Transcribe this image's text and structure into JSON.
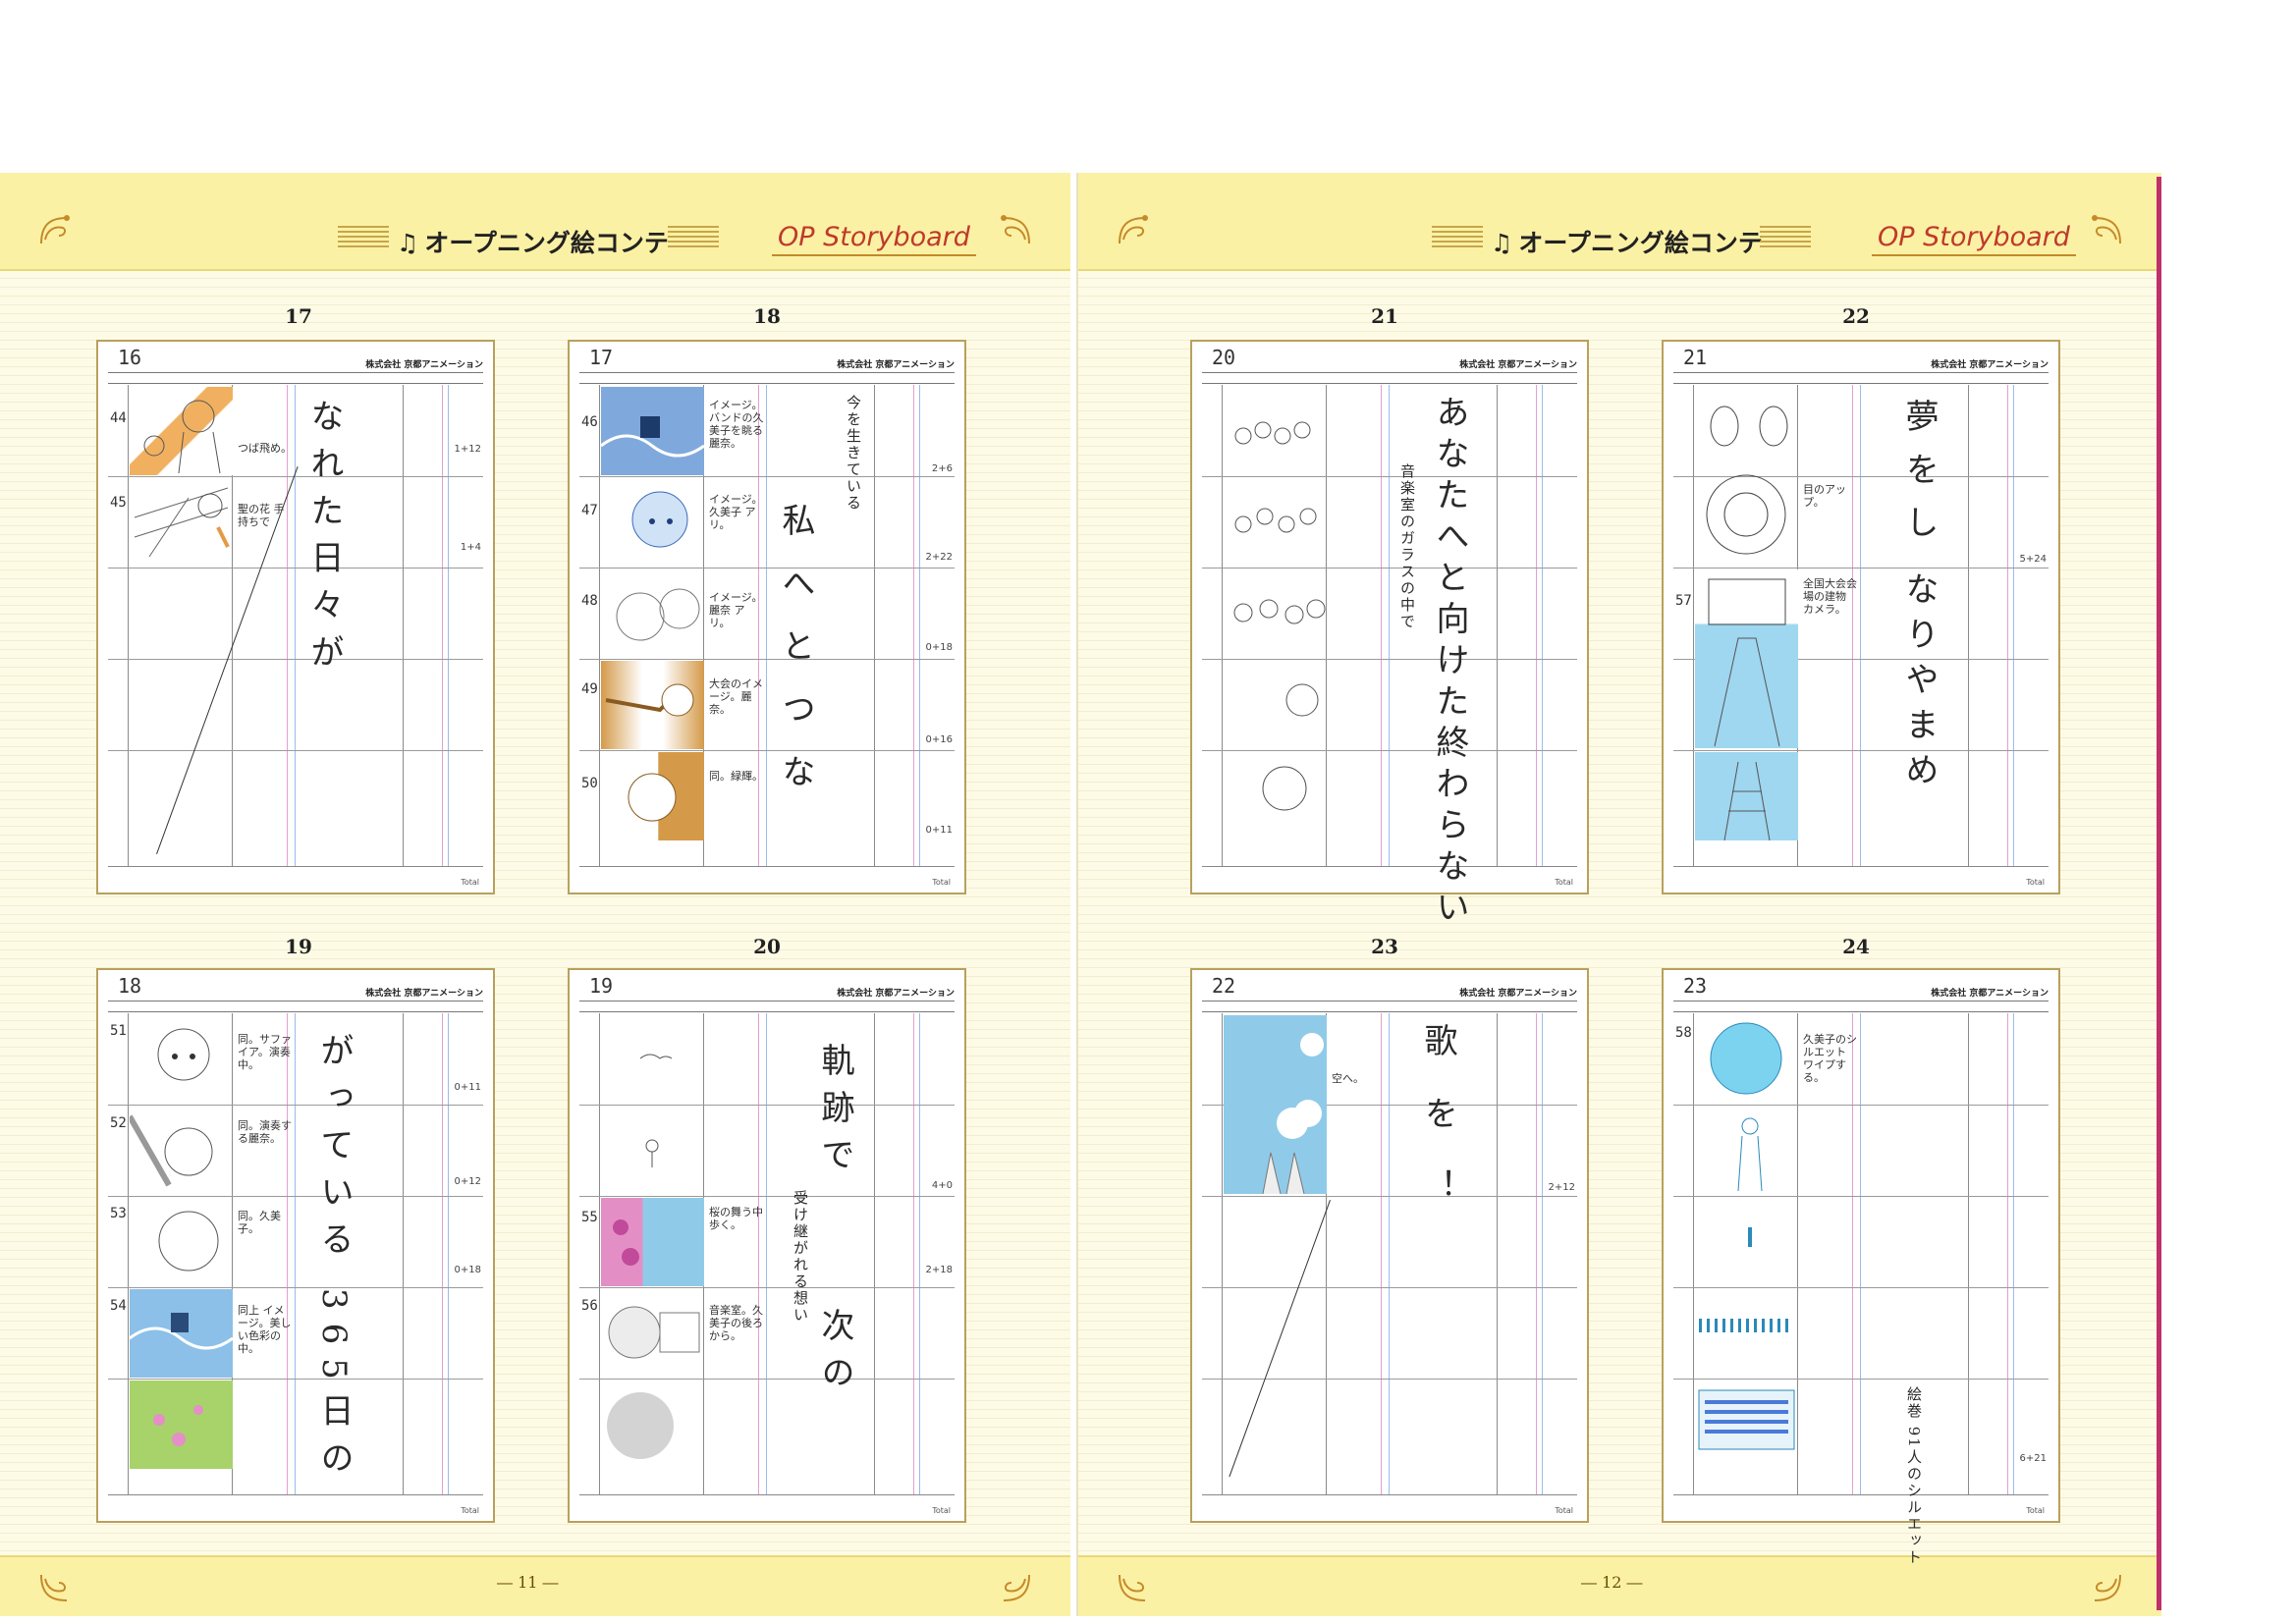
{
  "header": {
    "title_jp": "オープニング絵コンテ",
    "title_en": "OP Storyboard",
    "note_icon": "♫"
  },
  "company": "株式会社 京都アニメーション",
  "total_label": "Total",
  "page_numbers": {
    "left": "― 11 ―",
    "right": "― 12 ―"
  },
  "sheets": [
    {
      "panel": "17",
      "sheet_no": "16",
      "cuts": [
        {
          "no": "44",
          "action": "つば飛め。",
          "time": "1+12"
        },
        {
          "no": "45",
          "action": "聖の花 手持ちで",
          "time": "1+4"
        }
      ],
      "dialog": [
        "なれた日々が"
      ]
    },
    {
      "panel": "18",
      "sheet_no": "17",
      "cuts": [
        {
          "no": "46",
          "action": "イメージ。バンドの久美子を眺る麗奈。",
          "time": "2+6"
        },
        {
          "no": "47",
          "action": "イメージ。久美子 アリ。",
          "time": "2+22"
        },
        {
          "no": "48",
          "action": "イメージ。麗奈 アリ。",
          "time": "0+18"
        },
        {
          "no": "49",
          "action": "大会のイメージ。麗奈。",
          "time": "0+16"
        },
        {
          "no": "50",
          "action": "同。緑輝。",
          "time": "0+11"
        }
      ],
      "dialog": [
        "今を生きている",
        "私へとつな"
      ]
    },
    {
      "panel": "19",
      "sheet_no": "18",
      "cuts": [
        {
          "no": "51",
          "action": "同。サファイア。演奏中。",
          "time": "0+11"
        },
        {
          "no": "52",
          "action": "同。演奏する麗奈。",
          "time": "0+12"
        },
        {
          "no": "53",
          "action": "同。久美子。",
          "time": "0+18"
        },
        {
          "no": "54",
          "action": "同上 イメージ。美しい色彩の中。",
          "time": ""
        }
      ],
      "dialog": [
        "がっている",
        "365日の"
      ]
    },
    {
      "panel": "20",
      "sheet_no": "19",
      "cuts": [
        {
          "no": "55",
          "action": "桜の舞う中 歩く。",
          "time": "4+0"
        },
        {
          "no": "56",
          "action": "音楽室。久美子の後ろから。",
          "time": "2+18"
        }
      ],
      "dialog": [
        "軌跡で",
        "受け継がれる想い",
        "次の"
      ]
    },
    {
      "panel": "21",
      "sheet_no": "20",
      "cuts": [
        {
          "no": "",
          "action": "",
          "time": ""
        }
      ],
      "dialog": [
        "あなたへと向けた終わらない",
        "音楽室のガラスの中で"
      ]
    },
    {
      "panel": "22",
      "sheet_no": "21",
      "cuts": [
        {
          "no": "",
          "action": "目のアップ。",
          "time": "5+24"
        },
        {
          "no": "57",
          "action": "全国大会会場の建物 カメラ。",
          "time": ""
        }
      ],
      "dialog": [
        "夢をし",
        "なりやまめ"
      ]
    },
    {
      "panel": "23",
      "sheet_no": "22",
      "cuts": [
        {
          "no": "",
          "action": "空へ。",
          "time": "2+12"
        }
      ],
      "dialog": [
        "歌を！"
      ]
    },
    {
      "panel": "24",
      "sheet_no": "23",
      "cuts": [
        {
          "no": "58",
          "action": "久美子のシルエット ワイプする。",
          "time": "6+21"
        }
      ],
      "dialog": [
        "絵巻 91人のシルエット"
      ]
    }
  ]
}
